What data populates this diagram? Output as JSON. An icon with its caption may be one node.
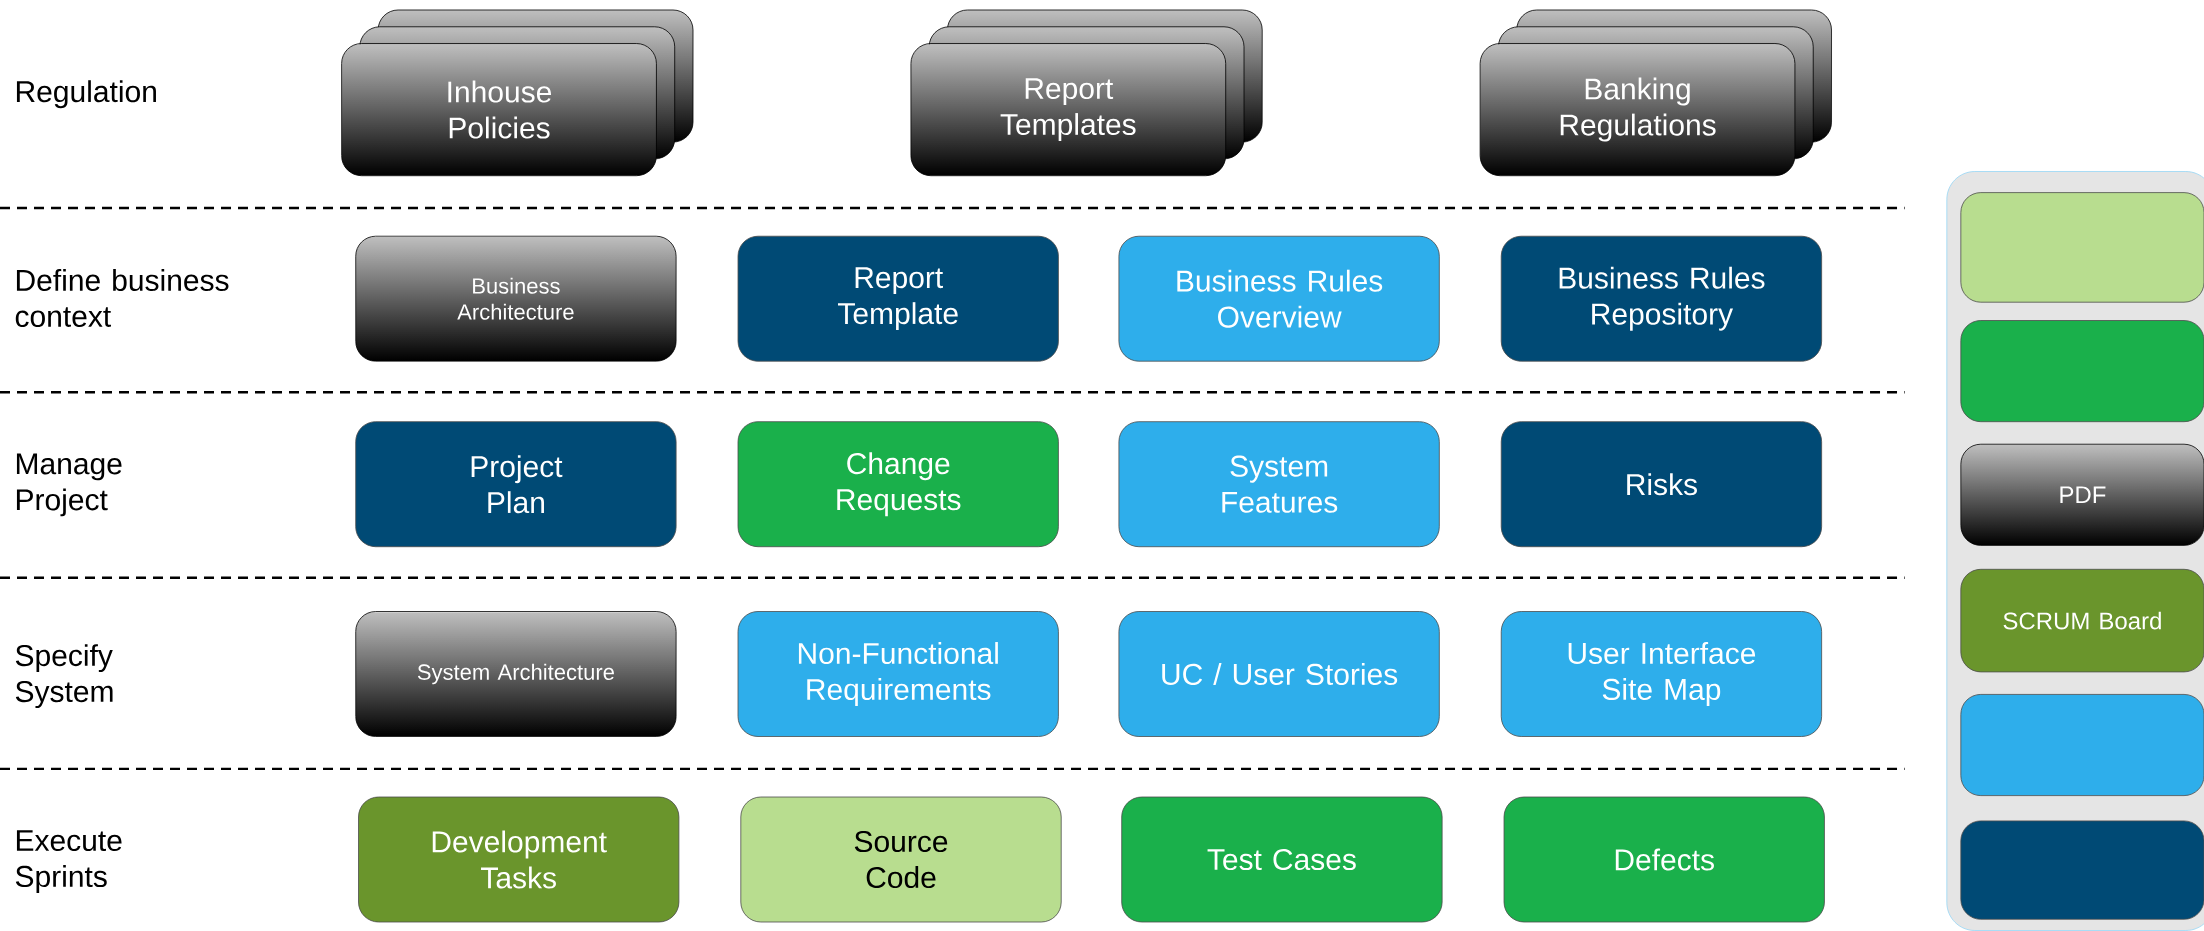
{
  "diagram": {
    "nodes": [
      {
        "text": [
          "Inhouse Policies"
        ]
      },
      {
        "text": [
          "Report Templates"
        ]
      },
      {
        "text": [
          "Banking Regulations"
        ]
      },
      {
        "text": [
          "Business Architecture"
        ]
      },
      {
        "text": [
          "Report Template"
        ]
      },
      {
        "text": [
          "Business Rules Overview"
        ]
      },
      {
        "text": [
          "Business Rules Repository"
        ]
      },
      {
        "text": [
          "Project Plan"
        ]
      },
      {
        "text": [
          "Change Requests"
        ]
      },
      {
        "text": [
          "System Features"
        ]
      },
      {
        "text": [
          "Risks"
        ]
      },
      {
        "text": [
          "System Architecture"
        ]
      },
      {
        "text": [
          "Non-Functional Requirements"
        ]
      },
      {
        "text": [
          "UC / User Stories"
        ]
      },
      {
        "text": [
          "User Interface Site Map"
        ]
      },
      {
        "text": [
          "Development Tasks"
        ]
      },
      {
        "text": [
          "Source Code"
        ]
      },
      {
        "text": [
          "Test Cases"
        ]
      },
      {
        "text": [
          "Defects"
        ]
      },
      {
        "text": [],
        "shape": "box"
      },
      {
        "text": [],
        "shape": "box",
        "in": 19
      },
      {
        "text": [],
        "shape": "box",
        "in": 19
      },
      {
        "text": [
          "PDF"
        ],
        "in": 19
      },
      {
        "text": [
          "SCRUM Board"
        ],
        "in": 19
      },
      {
        "text": [],
        "shape": "box",
        "in": 19
      },
      {
        "text": [],
        "shape": "box",
        "in": 19
      }
    ],
    "labels": [
      "Regulation",
      "Define business context",
      "Manage Project",
      "Specify System",
      "Execute Sprints"
    ]
  }
}
